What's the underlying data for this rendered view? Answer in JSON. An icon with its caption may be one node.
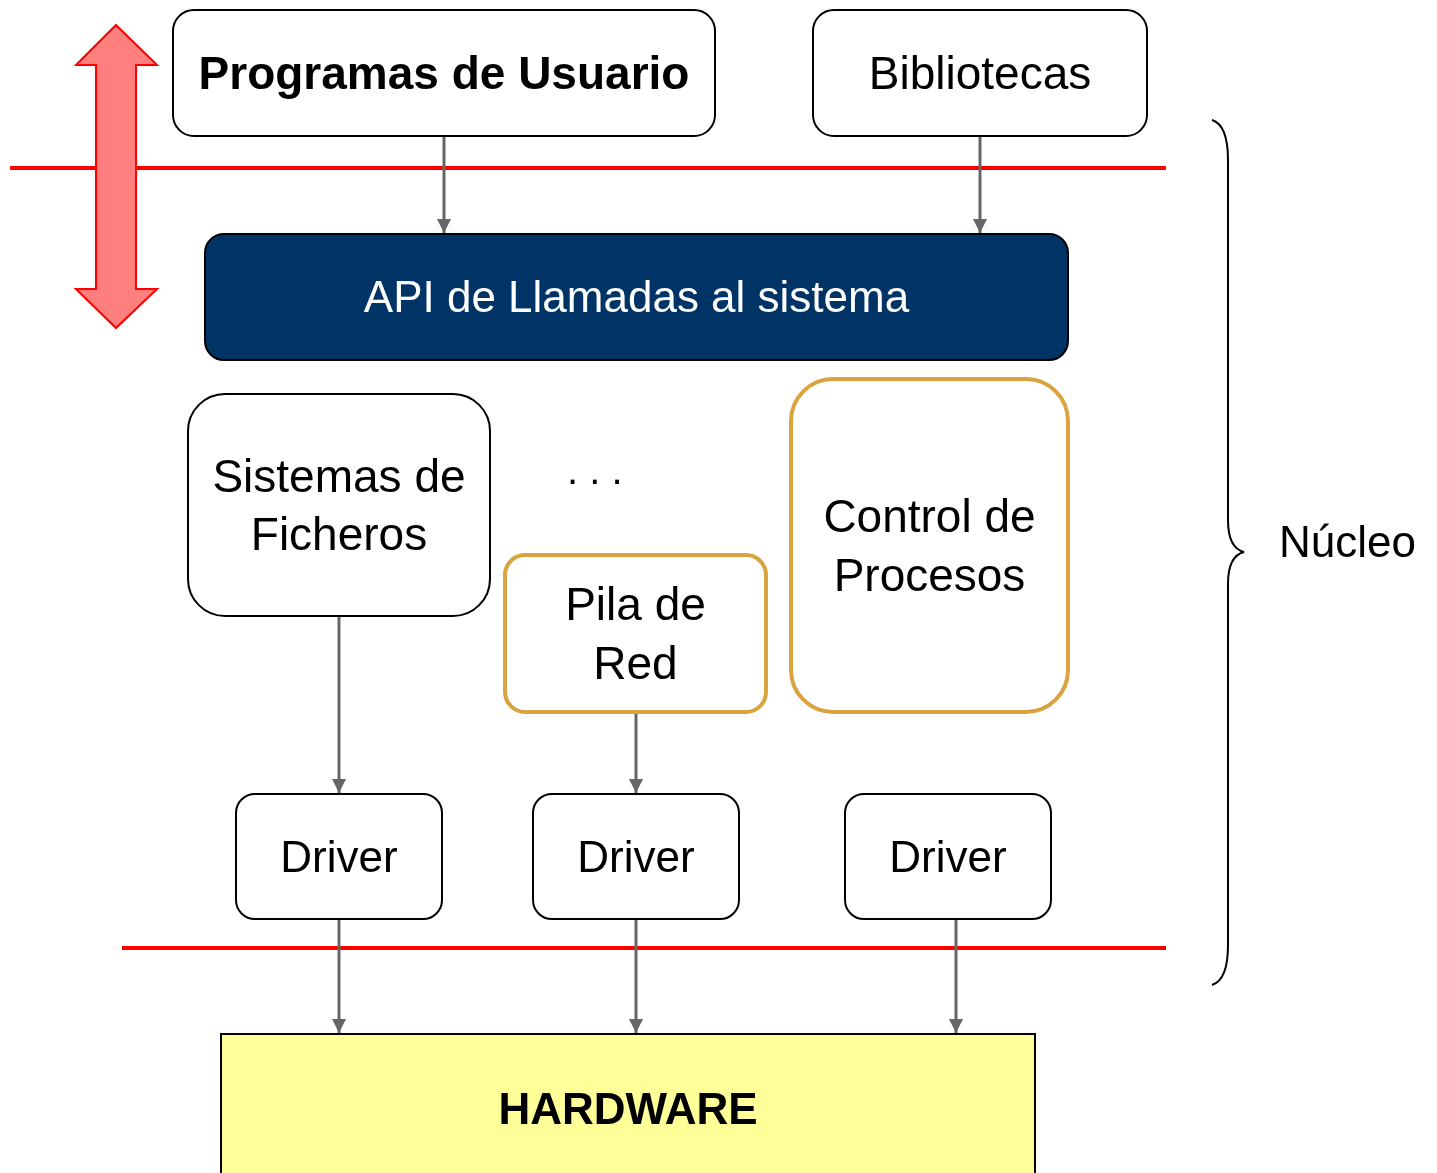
{
  "diagram": {
    "nodes": [
      {
        "text": [
          "Programas de Usuario"
        ]
      },
      {
        "text": [
          "Bibliotecas"
        ]
      },
      {
        "text": [
          "API de Llamadas al sistema"
        ]
      },
      {
        "text": [
          "Sistemas de Ficheros"
        ]
      },
      {
        "text": [
          "Pila de Red"
        ]
      },
      {
        "text": [
          "Control de Procesos"
        ]
      },
      {
        "text": [
          "Driver"
        ]
      },
      {
        "text": [
          "Driver"
        ]
      },
      {
        "text": [
          "Driver"
        ]
      },
      {
        "text": [
          "HARDWARE"
        ]
      }
    ],
    "edges": [
      {
        "from": 0,
        "to": 2,
        "arrow": "to"
      },
      {
        "from": 1,
        "to": 2,
        "arrow": "to"
      },
      {
        "from": 3,
        "to": 6,
        "arrow": "to"
      },
      {
        "from": 4,
        "to": 7,
        "arrow": "to"
      },
      {
        "from": 6,
        "to": 9,
        "arrow": "to"
      },
      {
        "from": 7,
        "to": 9,
        "arrow": "to"
      },
      {
        "from": 8,
        "to": 9,
        "arrow": "to"
      }
    ],
    "labels": [
      ". . .",
      "Núcleo"
    ]
  }
}
